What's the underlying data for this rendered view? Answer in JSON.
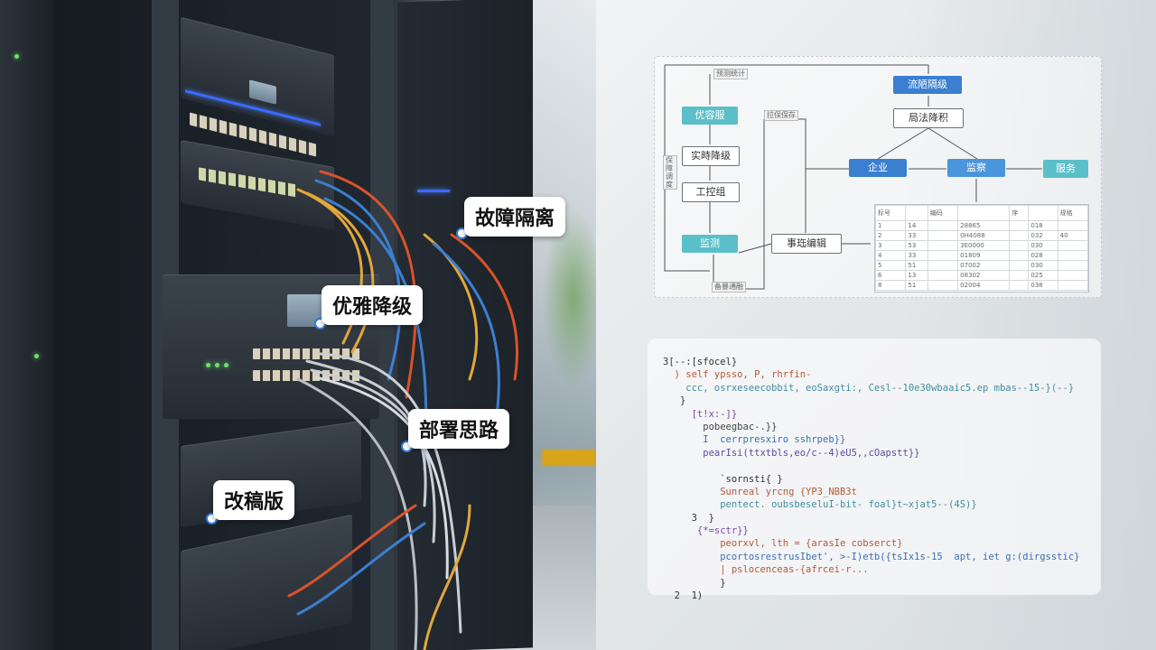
{
  "callouts": [
    {
      "label": "故障隔离"
    },
    {
      "label": "优雅降级"
    },
    {
      "label": "部署思路"
    },
    {
      "label": "改稿版"
    }
  ],
  "colors": {
    "accent_teal": "#5bbfc9",
    "accent_blue": "#3a7fd0",
    "callout_pin": "#2f7de1",
    "led_blue": "#3b6bff",
    "led_green": "#6fe06a",
    "cable_yellow": "#e3a83a",
    "cable_blue": "#3c7fd0",
    "cable_red": "#d9532a"
  },
  "diagram": {
    "nodes": [
      {
        "label": "优容服"
      },
      {
        "label": "实時降级"
      },
      {
        "label": "工控组"
      },
      {
        "label": "监测"
      },
      {
        "label": "事珤编辑"
      },
      {
        "label": "流陋隔级"
      },
      {
        "label": "局法降积"
      },
      {
        "label": "企业"
      },
      {
        "label": "监察"
      },
      {
        "label": "服务"
      }
    ],
    "tags": [
      {
        "label": "预测统计"
      },
      {
        "label": "拉保保存"
      },
      {
        "label": "保障调度"
      },
      {
        "label": "备暴通融"
      }
    ],
    "table": {
      "header": [
        "标号",
        "",
        "编码",
        "",
        "序",
        "",
        "规格"
      ],
      "rows": [
        [
          "1",
          "14",
          "",
          "28865",
          "",
          "018",
          ""
        ],
        [
          "2",
          "33",
          "",
          "0H4088",
          "",
          "032",
          "40"
        ],
        [
          "3",
          "53",
          "",
          "3E0000",
          "",
          "030",
          ""
        ],
        [
          "4",
          "33",
          "",
          "01809",
          "",
          "028",
          ""
        ],
        [
          "5",
          "51",
          "",
          "07002",
          "",
          "030",
          ""
        ],
        [
          "6",
          "13",
          "",
          "08302",
          "",
          "025",
          ""
        ],
        [
          "8",
          "51",
          "",
          "02004",
          "",
          "038",
          ""
        ]
      ]
    }
  },
  "code_lines": [
    {
      "text": "3[--:[sfocel}",
      "color": "#333"
    },
    {
      "text": "  ) self ypsso, P, rhrfin-",
      "color": "#b35a3a"
    },
    {
      "text": "    ccc, osrxeseecobbit, eoSaxgti:, Cesl--10e30wbaaic5.ep mbas--15-}(--}",
      "color": "#3f8f9c"
    },
    {
      "text": "   }",
      "color": "#333"
    },
    {
      "text": "     [t!x:-]}",
      "color": "#7a4aa8"
    },
    {
      "text": "       pobeegbac-.}}",
      "color": "#444"
    },
    {
      "text": "       I  cerrpresxiro sshrpeb}}",
      "color": "#3a6fb6"
    },
    {
      "text": "       pearIsi(ttxtbls,eo/c--4)eU5,,cOapstt}}",
      "color": "#5a4aa8"
    },
    {
      "text": "",
      "color": "#333"
    },
    {
      "text": "          `sornsti{ }",
      "color": "#333"
    },
    {
      "text": "          Sunreal yrcng {YP3_NBB3t",
      "color": "#b35a3a"
    },
    {
      "text": "          pentect. oubsbeseluI-bit- foal}t~xjat5--(4S)}",
      "color": "#3f8f9c"
    },
    {
      "text": "     3  }",
      "color": "#333"
    },
    {
      "text": "      {*=sctr}}",
      "color": "#7a4aa8"
    },
    {
      "text": "          peorxvl, lth = {arasIe cobserct}",
      "color": "#b35a3a"
    },
    {
      "text": "          pcortosrestrusIbet', >-I)etb({tsIx1s-15  apt, iet g:(dirgsstic}",
      "color": "#3a6fb6"
    },
    {
      "text": "          | pslocenceas-{afrcei-r...",
      "color": "#b35a3a"
    },
    {
      "text": "          }",
      "color": "#333"
    },
    {
      "text": "  2  1)",
      "color": "#333"
    }
  ]
}
